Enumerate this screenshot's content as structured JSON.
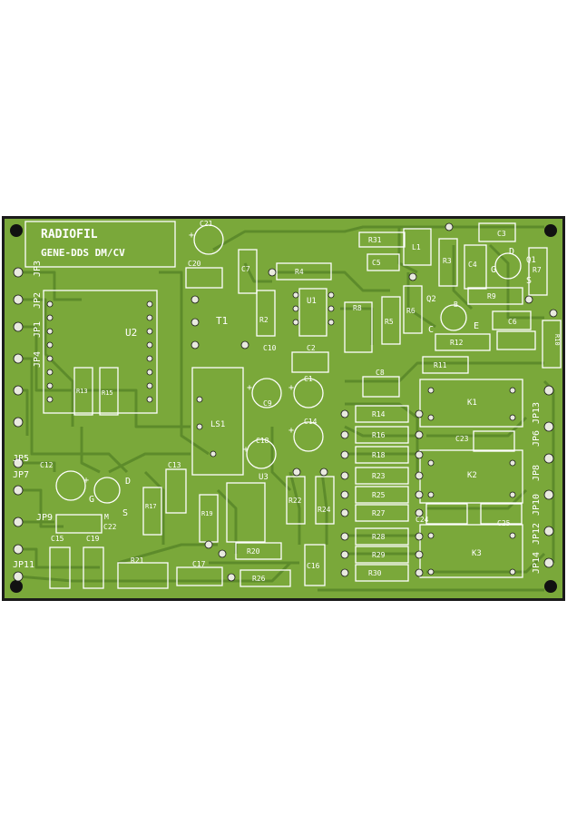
{
  "board": {
    "title": "RADIOFIL",
    "subtitle": "GENE-DDS DM/CV"
  },
  "colors": {
    "board": "#7aa83a",
    "board_edge": "#1b1b1b",
    "trace": "#5f8d2c",
    "silkscreen": "#ffffff",
    "pad": "#e9eadf",
    "hole": "#1a1a1a"
  },
  "labels": {
    "ic": [
      "U1",
      "U2",
      "U3"
    ],
    "transistors": [
      "T1",
      "Q1",
      "Q2"
    ],
    "relays": [
      "K1",
      "K2",
      "K3"
    ],
    "speaker": "LS1",
    "pins": [
      "C",
      "E",
      "B",
      "G",
      "D",
      "S",
      "M"
    ],
    "jumpers": [
      "JP1",
      "JP2",
      "JP3",
      "JP4",
      "JP5",
      "JP6",
      "JP7",
      "JP8",
      "JP9",
      "JP10",
      "JP11",
      "JP12",
      "JP13",
      "JP14"
    ],
    "resistors": [
      "R2",
      "R3",
      "R4",
      "R5",
      "R6",
      "R7",
      "R8",
      "R9",
      "R10",
      "R11",
      "R12",
      "R13",
      "R14",
      "R15",
      "R16",
      "R17",
      "R18",
      "R19",
      "R20",
      "R21",
      "R22",
      "R23",
      "R24",
      "R25",
      "R26",
      "R27",
      "R28",
      "R29",
      "R30",
      "R31"
    ],
    "capacitors": [
      "C1",
      "C2",
      "C3",
      "C4",
      "C5",
      "C6",
      "C7",
      "C8",
      "C9",
      "C10",
      "C12",
      "C13",
      "C14",
      "C15",
      "C16",
      "C17",
      "C18",
      "C19",
      "C20",
      "C21",
      "C22",
      "C23",
      "C24",
      "C25"
    ],
    "misc": [
      "L1"
    ]
  }
}
